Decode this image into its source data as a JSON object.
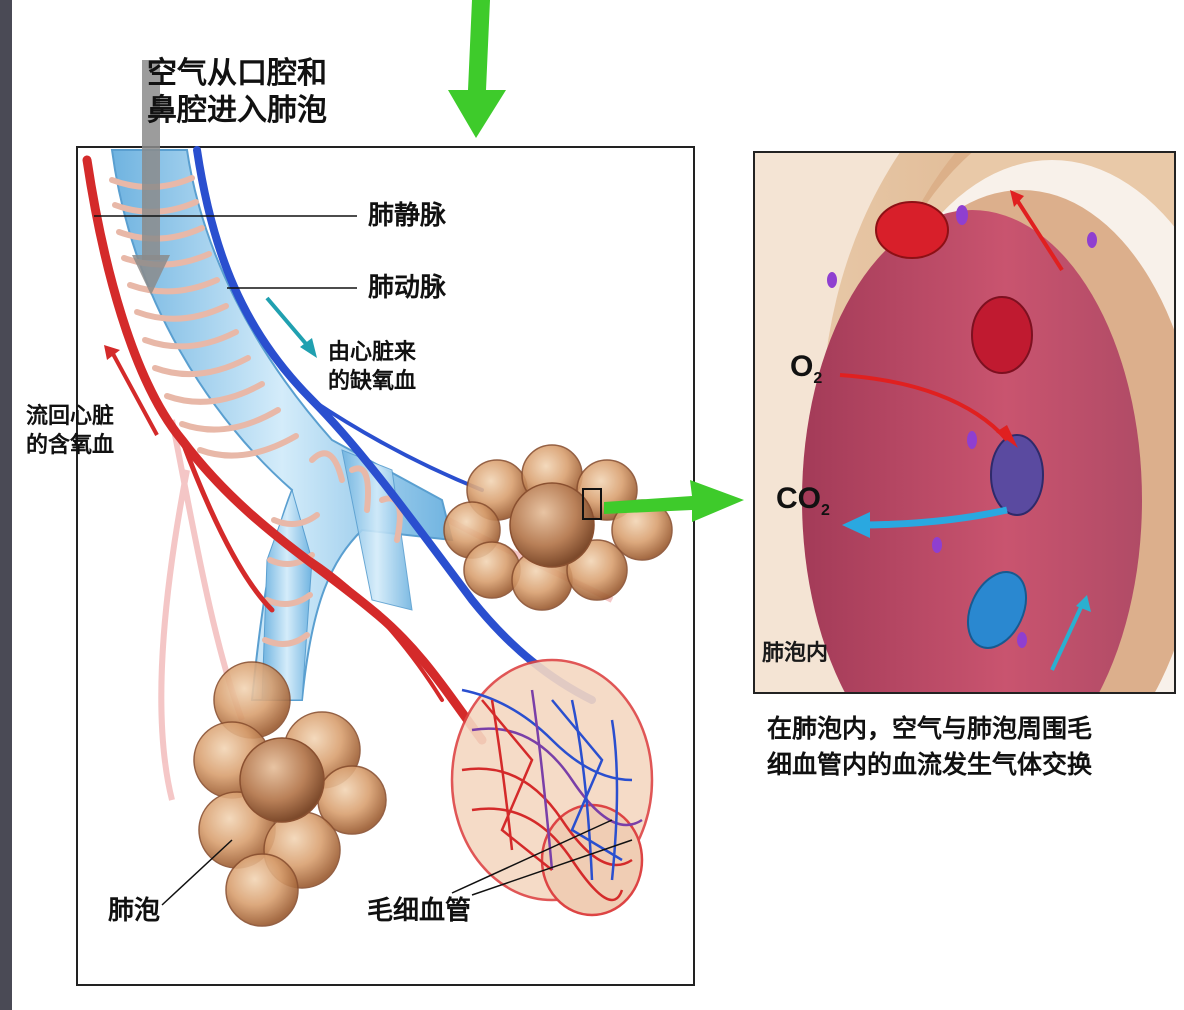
{
  "labels": {
    "air_in_line1": "空气从口腔和",
    "air_in_line2": "鼻腔进入肺泡",
    "pulmonary_vein": "肺静脉",
    "pulmonary_artery": "肺动脉",
    "from_heart_line1": "由心脏来",
    "from_heart_line2": "的缺氧血",
    "to_heart_line1": "流回心脏",
    "to_heart_line2": "的含氧血",
    "alveolus": "肺泡",
    "capillary": "毛细血管",
    "inside_alveolus": "肺泡内",
    "caption_line1": "在肺泡内，空气与肺泡周围毛",
    "caption_line2": "细血管内的血流发生气体交换",
    "o2": "O",
    "o2_sub": "2",
    "co2": "CO",
    "co2_sub": "2"
  },
  "colors": {
    "artery_red": "#d42a2a",
    "vein_blue": "#2a4fcf",
    "bronchus_blue": "#8fc6ea",
    "alveolus_tan": "#c99063",
    "arrow_green": "#3ecb2b"
  }
}
